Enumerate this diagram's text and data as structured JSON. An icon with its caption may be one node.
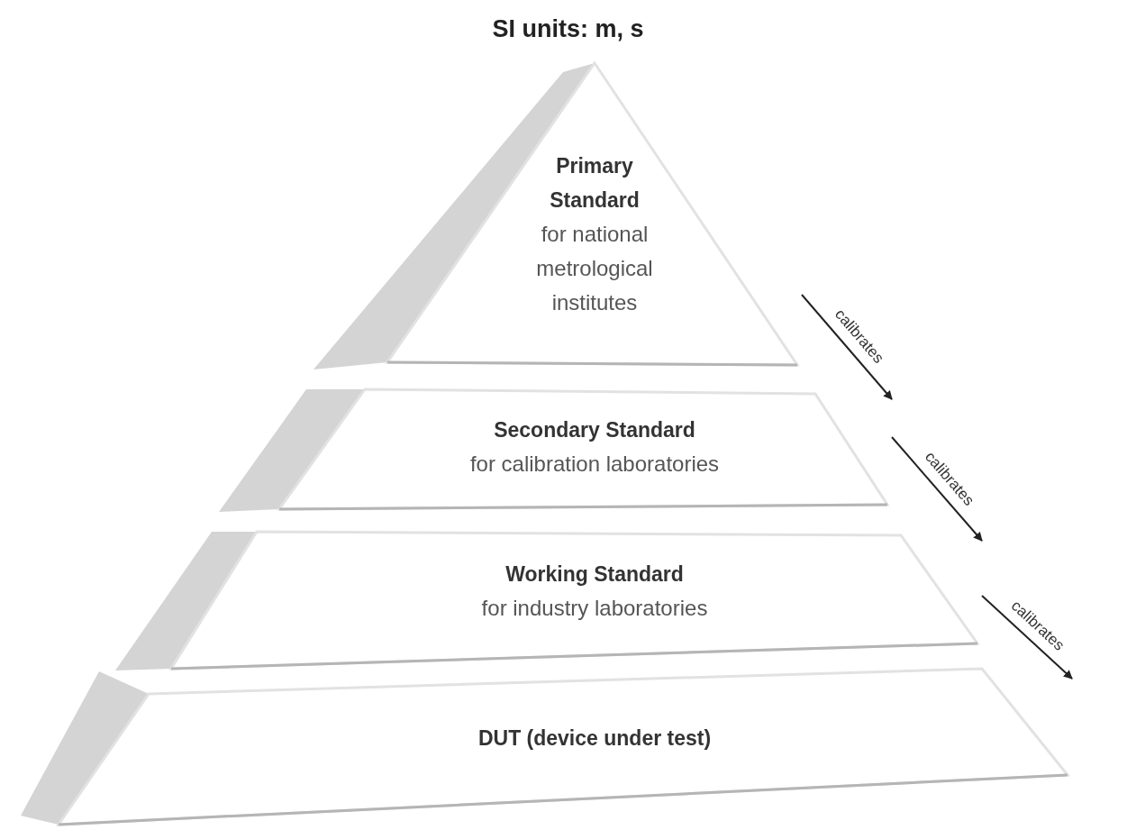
{
  "diagram": {
    "title": "SI units: m, s",
    "nodes": [
      {
        "text": [
          "Primary Standard",
          "for national metrological institutes"
        ]
      },
      {
        "text": [
          "Secondary Standard",
          "for calibration laboratories"
        ]
      },
      {
        "text": [
          "Working Standard",
          "for industry laboratories"
        ]
      },
      {
        "text": [
          "DUT (device under test)"
        ]
      }
    ],
    "edges": [
      {
        "from": 0,
        "to": 1,
        "arrow": "to",
        "label": "calibrates"
      },
      {
        "from": 1,
        "to": 2,
        "arrow": "to",
        "label": "calibrates"
      },
      {
        "from": 2,
        "to": 3,
        "arrow": "to",
        "label": "calibrates"
      }
    ]
  }
}
